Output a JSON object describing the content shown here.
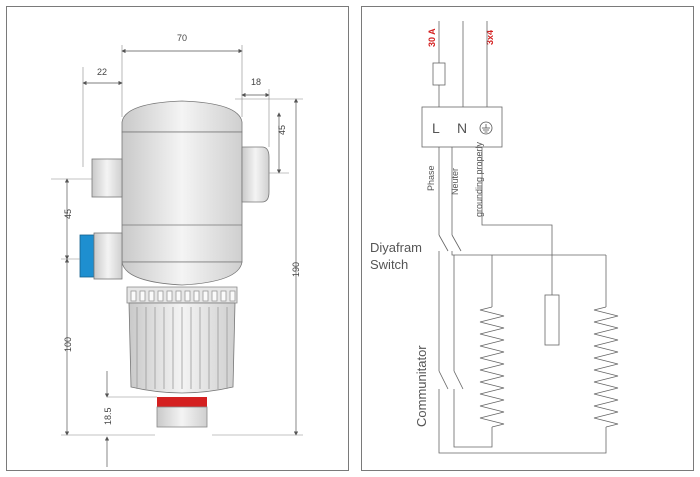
{
  "dimensions": {
    "width_total": "70",
    "inlet_offset": "22",
    "outlet_offset": "18",
    "outlet_height": "45",
    "inlet_height": "45",
    "total_height": "190",
    "lower_height": "100",
    "base_height": "18.5"
  },
  "wiring": {
    "fuse_rating": "30 A",
    "cable_spec": "3x4",
    "terminal_L": "L",
    "terminal_N": "N",
    "wire_phase": "Phase",
    "wire_neuter": "Neuter",
    "wire_ground": "grounding properly",
    "switch_label_line1": "Diyafram",
    "switch_label_line2": "Switch",
    "communicator_label": "Communitator"
  },
  "colors": {
    "accent_blue": "#1e8fd0",
    "accent_red": "#d42020"
  }
}
